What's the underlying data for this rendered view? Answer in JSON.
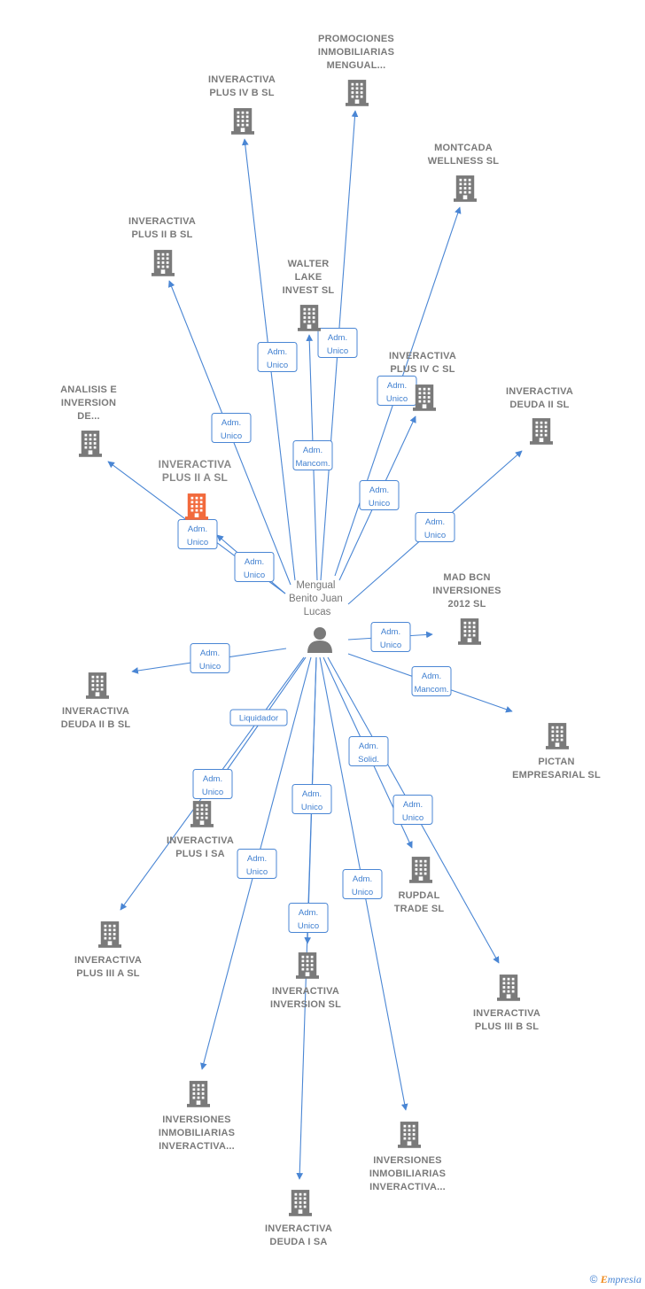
{
  "person": {
    "label_lines": [
      "Mengual",
      "Benito Juan",
      "Lucas"
    ]
  },
  "colors": {
    "edge": "#4a86d4",
    "building": "#7a7a7a",
    "highlight": "#f26a3c"
  },
  "nodes": [
    {
      "id": "promociones",
      "lines": [
        "PROMOCIONES",
        "INMOBILIARIAS",
        "MENGUAL..."
      ]
    },
    {
      "id": "plus-iv-b",
      "lines": [
        "INVERACTIVA",
        "PLUS IV B  SL"
      ]
    },
    {
      "id": "montcada",
      "lines": [
        "MONTCADA",
        "WELLNESS  SL"
      ]
    },
    {
      "id": "plus-ii-b",
      "lines": [
        "INVERACTIVA",
        "PLUS II B  SL"
      ]
    },
    {
      "id": "walter",
      "lines": [
        "WALTER",
        "LAKE",
        "INVEST SL"
      ]
    },
    {
      "id": "plus-iv-c",
      "lines": [
        "INVERACTIVA",
        "PLUS IV C  SL"
      ]
    },
    {
      "id": "analisis",
      "lines": [
        "ANALISIS E",
        "INVERSION",
        "DE..."
      ]
    },
    {
      "id": "deuda-ii",
      "lines": [
        "INVERACTIVA",
        "DEUDA II  SL"
      ]
    },
    {
      "id": "plus-ii-a",
      "lines": [
        "INVERACTIVA",
        "PLUS II A  SL"
      ],
      "highlight": true
    },
    {
      "id": "mad-bcn",
      "lines": [
        "MAD BCN",
        "INVERSIONES",
        "2012 SL"
      ]
    },
    {
      "id": "deuda-ii-b",
      "lines": [
        "INVERACTIVA",
        "DEUDA II B  SL"
      ]
    },
    {
      "id": "pictan",
      "lines": [
        "PICTAN",
        "EMPRESARIAL SL"
      ]
    },
    {
      "id": "plus-i",
      "lines": [
        "INVERACTIVA",
        "PLUS I SA"
      ]
    },
    {
      "id": "rupdal",
      "lines": [
        "RUPDAL",
        "TRADE  SL"
      ]
    },
    {
      "id": "plus-iii-a",
      "lines": [
        "INVERACTIVA",
        "PLUS III A  SL"
      ]
    },
    {
      "id": "inversion",
      "lines": [
        "INVERACTIVA",
        "INVERSION  SL"
      ]
    },
    {
      "id": "plus-iii-b",
      "lines": [
        "INVERACTIVA",
        "PLUS III B  SL"
      ]
    },
    {
      "id": "inv-inmob-1",
      "lines": [
        "INVERSIONES",
        "INMOBILIARIAS",
        "INVERACTIVA..."
      ]
    },
    {
      "id": "inv-inmob-2",
      "lines": [
        "INVERSIONES",
        "INMOBILIARIAS",
        "INVERACTIVA..."
      ]
    },
    {
      "id": "deuda-i",
      "lines": [
        "INVERACTIVA",
        "DEUDA I SA"
      ]
    }
  ],
  "edges": [
    {
      "target": "plus-iv-b",
      "lines": [
        "Adm.",
        "Unico"
      ]
    },
    {
      "target": "promociones",
      "lines": [
        "Adm.",
        "Unico"
      ]
    },
    {
      "target": "plus-ii-b",
      "lines": [
        "Adm.",
        "Unico"
      ]
    },
    {
      "target": "walter",
      "lines": [
        "Adm.",
        "Mancom."
      ]
    },
    {
      "target": "plus-iv-c",
      "lines": [
        "Adm.",
        "Unico"
      ]
    },
    {
      "target": "montcada",
      "lines": [
        "Adm.",
        "Unico"
      ]
    },
    {
      "target": "analisis",
      "lines": [
        "Adm.",
        "Unico"
      ]
    },
    {
      "target": "plus-ii-a",
      "lines": [
        "Adm.",
        "Unico"
      ]
    },
    {
      "target": "deuda-ii",
      "lines": [
        "Adm.",
        "Unico"
      ]
    },
    {
      "target": "mad-bcn",
      "lines": [
        "Adm.",
        "Unico"
      ]
    },
    {
      "target": "deuda-ii-b",
      "lines": [
        "Adm.",
        "Unico"
      ]
    },
    {
      "target": "pictan",
      "lines": [
        "Adm.",
        "Mancom."
      ]
    },
    {
      "target": "plus-i",
      "lines": [
        "Liquidador"
      ]
    },
    {
      "target": "plus-iii-a",
      "lines": [
        "Adm.",
        "Unico"
      ]
    },
    {
      "target": "rupdal",
      "lines": [
        "Adm.",
        "Solid."
      ]
    },
    {
      "target": "inversion",
      "lines": [
        "Adm.",
        "Unico"
      ]
    },
    {
      "target": "plus-iii-b",
      "lines": [
        "Adm.",
        "Unico"
      ]
    },
    {
      "target": "inv-inmob-1",
      "lines": [
        "Adm.",
        "Unico"
      ]
    },
    {
      "target": "inv-inmob-2",
      "lines": [
        "Adm.",
        "Unico"
      ]
    },
    {
      "target": "deuda-i",
      "lines": [
        "Adm.",
        "Unico"
      ]
    }
  ],
  "footer": {
    "copyright": "©",
    "brand_first": "E",
    "brand_rest": "mpresia"
  }
}
